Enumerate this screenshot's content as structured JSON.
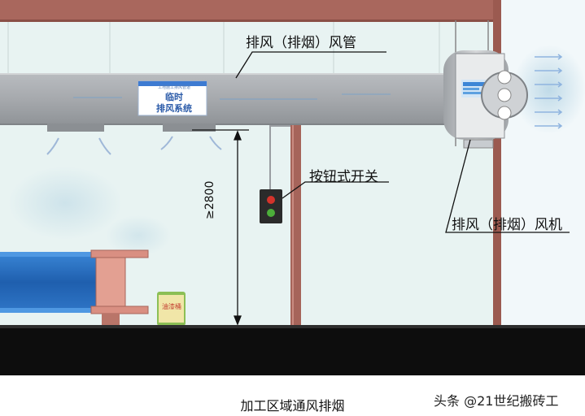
{
  "labels": {
    "duct": "排风（排烟）风管",
    "switch": "按钮式开关",
    "fan": "排风（排烟）风机",
    "height": "≥2800"
  },
  "sign": {
    "small": "工地施工排风管道",
    "line1": "临时",
    "line2": "排风系统"
  },
  "bag_text": "油漆桶",
  "caption": "加工区域通风排烟",
  "watermark": "头条 @21世纪搬砖工",
  "colors": {
    "roof_beam": "#a9675d",
    "duct": "#a8abaf",
    "wall": "#e6f2f1",
    "floor": "#0d0d0d",
    "steel_blue": "#2a6fbf",
    "steel_end": "#d98f82"
  }
}
